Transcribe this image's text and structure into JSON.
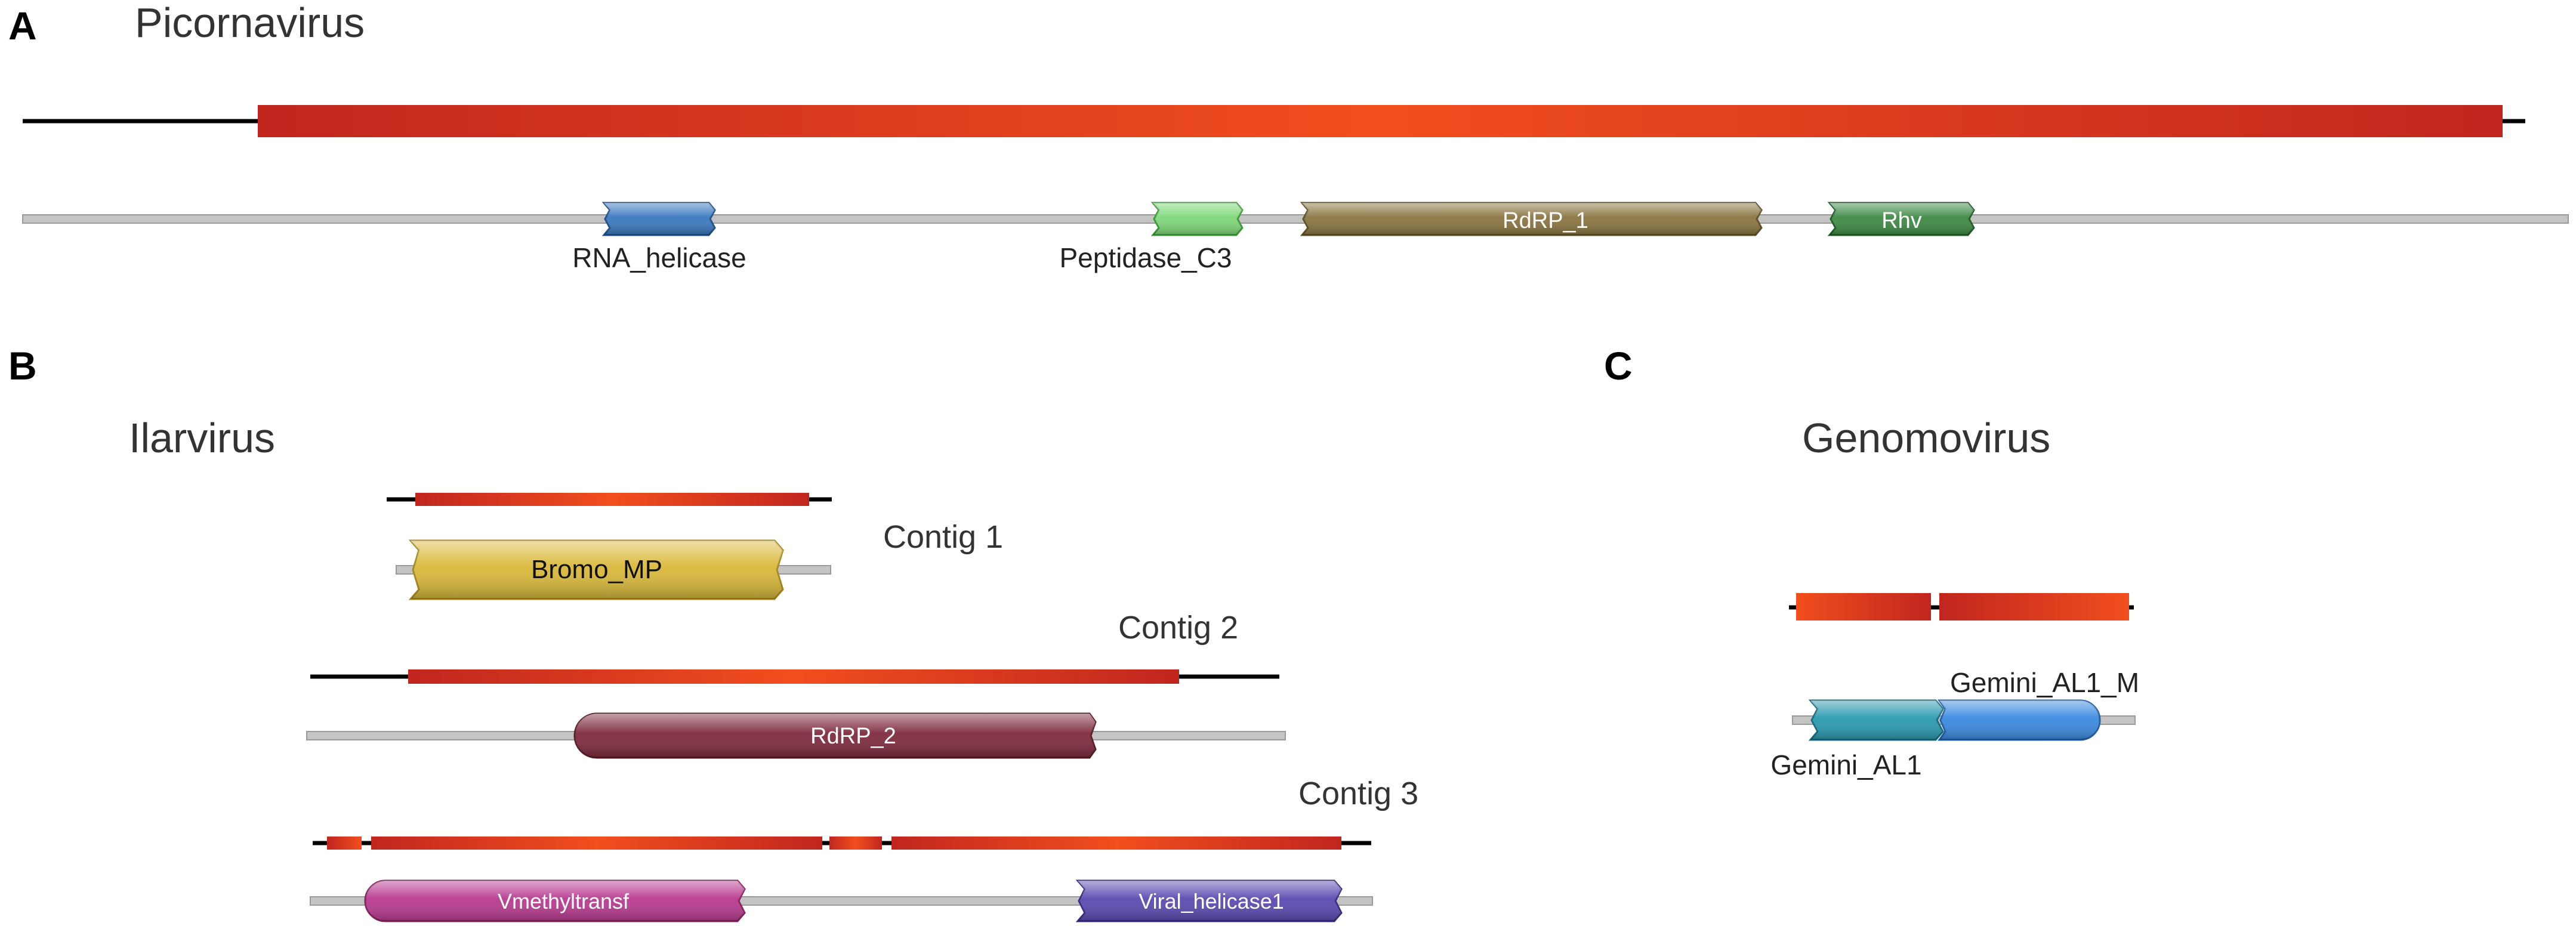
{
  "panels": {
    "A": {
      "letter": "A",
      "title": "Picornavirus",
      "domains": [
        {
          "label": "RNA_helicase",
          "color": "#3a78c0",
          "label_position": "below",
          "shape": "hex"
        },
        {
          "label": "Peptidase_C3",
          "color": "#7fd87a",
          "label_position": "below",
          "shape": "hex"
        },
        {
          "label": "RdRP_1",
          "color": "#8a7440",
          "label_position": "inside",
          "shape": "hex"
        },
        {
          "label": "Rhv",
          "color": "#3e8a45",
          "label_position": "inside",
          "shape": "hex"
        }
      ]
    },
    "B": {
      "letter": "B",
      "title": "Ilarvirus",
      "contigs": [
        {
          "label": "Contig 1",
          "domains": [
            {
              "label": "Bromo_MP",
              "color": "#d9b83a",
              "label_position": "inside",
              "shape": "hex"
            }
          ]
        },
        {
          "label": "Contig 2",
          "domains": [
            {
              "label": "RdRP_2",
              "color": "#7e2a3c",
              "label_position": "inside",
              "shape": "round-left"
            }
          ]
        },
        {
          "label": "Contig 3",
          "domains": [
            {
              "label": "Vmethyltransf",
              "color": "#b83a90",
              "label_position": "inside",
              "shape": "round-left"
            },
            {
              "label": "Viral_helicase1",
              "color": "#5a4ab0",
              "label_position": "inside",
              "shape": "hex"
            }
          ]
        }
      ]
    },
    "C": {
      "letter": "C",
      "title": "Genomovirus",
      "domains": [
        {
          "label": "Gemini_AL1",
          "color": "#2a9ab0",
          "label_position": "below",
          "shape": "hex"
        },
        {
          "label": "Gemini_AL1_M",
          "color": "#3a8ae0",
          "label_position": "above",
          "shape": "round-right"
        }
      ]
    }
  },
  "colors": {
    "orf_dark": "#c0261e",
    "orf_light": "#f24e1e",
    "genome_line": "#000000",
    "protein_line": "#b8b8b8"
  }
}
